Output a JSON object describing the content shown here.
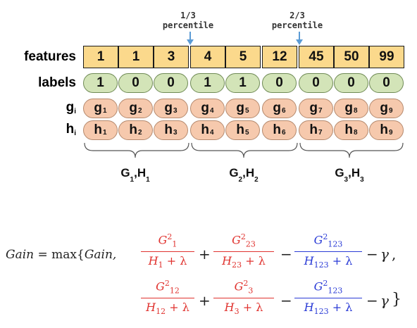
{
  "percentiles": [
    {
      "line1": "1/3",
      "line2": "percentile"
    },
    {
      "line1": "2/3",
      "line2": "percentile"
    }
  ],
  "rows": {
    "features": "features",
    "labels": "labels",
    "g": {
      "base": "g",
      "sub": "i"
    },
    "h": {
      "base": "h",
      "sub": "i"
    }
  },
  "features": [
    "1",
    "1",
    "3",
    "4",
    "5",
    "12",
    "45",
    "50",
    "99"
  ],
  "labels": [
    "1",
    "0",
    "0",
    "1",
    "1",
    "0",
    "0",
    "0",
    "0"
  ],
  "g_cells": [
    "1",
    "2",
    "3",
    "4",
    "5",
    "6",
    "7",
    "8",
    "9"
  ],
  "h_cells": [
    "1",
    "2",
    "3",
    "4",
    "5",
    "6",
    "7",
    "8",
    "9"
  ],
  "groups": [
    {
      "G": "1",
      "H": "1"
    },
    {
      "G": "2",
      "H": "2"
    },
    {
      "G": "3",
      "H": "3"
    }
  ],
  "formula": {
    "lhs": "Gain",
    "eq": " = max{",
    "gain_arg": "Gain,",
    "terms_row1": [
      {
        "num_base": "G",
        "num_sub": "1",
        "den_base": "H",
        "den_sub": "1"
      },
      {
        "num_base": "G",
        "num_sub": "23",
        "den_base": "H",
        "den_sub": "23"
      },
      {
        "num_base": "G",
        "num_sub": "123",
        "den_base": "H",
        "den_sub": "123"
      }
    ],
    "terms_row2": [
      {
        "num_base": "G",
        "num_sub": "12",
        "den_base": "H",
        "den_sub": "12"
      },
      {
        "num_base": "G",
        "num_sub": "3",
        "den_base": "H",
        "den_sub": "3"
      },
      {
        "num_base": "G",
        "num_sub": "123",
        "den_base": "H",
        "den_sub": "123"
      }
    ],
    "sq": "2",
    "plus_lambda": " + λ",
    "plus": "+",
    "minus": "−",
    "gamma": "γ",
    "comma": ",",
    "close": "}"
  },
  "colors": {
    "feature": "#fbd98c",
    "label": "#d3e4b8",
    "gh": "#f6c9ad",
    "arrow": "#5b9bd5",
    "red": "#e0332f",
    "blue": "#2a3bd6",
    "green": "#5fcf5a"
  }
}
